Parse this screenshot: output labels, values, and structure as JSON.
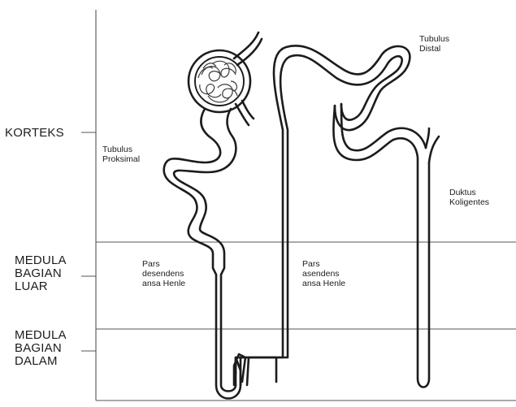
{
  "zones": [
    {
      "id": "korteks",
      "lines": [
        "KORTEKS"
      ]
    },
    {
      "id": "medula-luar",
      "lines": [
        "MEDULA",
        "BAGIAN",
        "LUAR"
      ]
    },
    {
      "id": "medula-dalam",
      "lines": [
        "MEDULA",
        "BAGIAN",
        "DALAM"
      ]
    }
  ],
  "parts": [
    {
      "id": "tubulus-proksimal",
      "lines": [
        "Tubulus",
        "Proksimal"
      ]
    },
    {
      "id": "tubulus-distal",
      "lines": [
        "Tubulus",
        "Distal"
      ]
    },
    {
      "id": "duktus-koligentes",
      "lines": [
        "Duktus",
        "Koligentes"
      ]
    },
    {
      "id": "pars-desendens",
      "lines": [
        "Pars",
        "desendens",
        "ansa Henle"
      ]
    },
    {
      "id": "pars-asendens",
      "lines": [
        "Pars",
        "asendens",
        "ansa Henle"
      ]
    }
  ]
}
